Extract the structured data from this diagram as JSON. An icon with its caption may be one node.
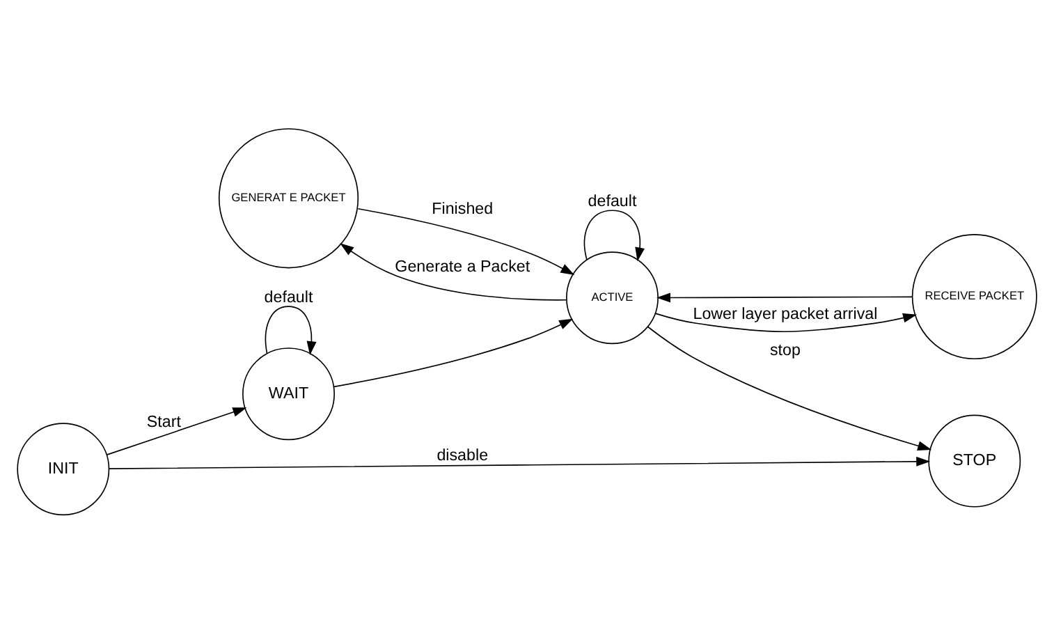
{
  "diagram": {
    "nodes": [
      {
        "text": [
          "GENERAT E PACKET"
        ]
      },
      {
        "text": [
          "INIT"
        ]
      },
      {
        "text": [
          "WAIT"
        ]
      },
      {
        "text": [
          "ACTIVE"
        ]
      },
      {
        "text": [
          "STOP"
        ]
      },
      {
        "text": [
          "RECEIVE PACKET"
        ]
      }
    ],
    "edges": [
      {
        "from": 1,
        "to": 2,
        "arrow": "to",
        "label": "Start"
      },
      {
        "from": 2,
        "to": 2,
        "arrow": "to",
        "label": "default"
      },
      {
        "from": 2,
        "to": 3,
        "arrow": "to"
      },
      {
        "from": 3,
        "to": 0,
        "arrow": "to",
        "label": "Generate a Packet"
      },
      {
        "from": 0,
        "to": 3,
        "arrow": "to",
        "label": "Finished"
      },
      {
        "from": 3,
        "to": 3,
        "arrow": "to",
        "label": "default"
      },
      {
        "from": 1,
        "to": 4,
        "arrow": "to",
        "label": "disable"
      },
      {
        "from": 3,
        "to": 4,
        "arrow": "to",
        "label": "stop"
      },
      {
        "from": 3,
        "to": 5,
        "arrow": "to",
        "label": "Lower layer packet arrival"
      },
      {
        "from": 5,
        "to": 3,
        "arrow": "to"
      }
    ]
  }
}
